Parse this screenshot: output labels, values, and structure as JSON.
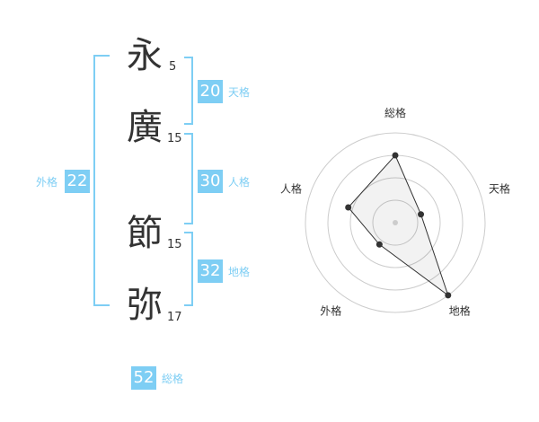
{
  "name": {
    "chars": [
      {
        "char": "永",
        "strokes": "5"
      },
      {
        "char": "廣",
        "strokes": "15"
      },
      {
        "char": "節",
        "strokes": "15"
      },
      {
        "char": "弥",
        "strokes": "17"
      }
    ]
  },
  "kaku": {
    "tenkaku": {
      "value": "20",
      "label": "天格"
    },
    "jinkaku": {
      "value": "30",
      "label": "人格"
    },
    "chikaku": {
      "value": "32",
      "label": "地格"
    },
    "gaikaku": {
      "value": "22",
      "label": "外格"
    },
    "soukaku": {
      "value": "52",
      "label": "総格"
    }
  },
  "colors": {
    "accent": "#7ecef4",
    "text": "#333333"
  },
  "chart_data": {
    "type": "radar",
    "axes": [
      "総格",
      "天格",
      "地格",
      "外格",
      "人格"
    ],
    "values": [
      0.75,
      0.3,
      1.0,
      0.3,
      0.55
    ],
    "rlim": [
      0,
      1
    ],
    "rings": 4,
    "grid": true
  }
}
